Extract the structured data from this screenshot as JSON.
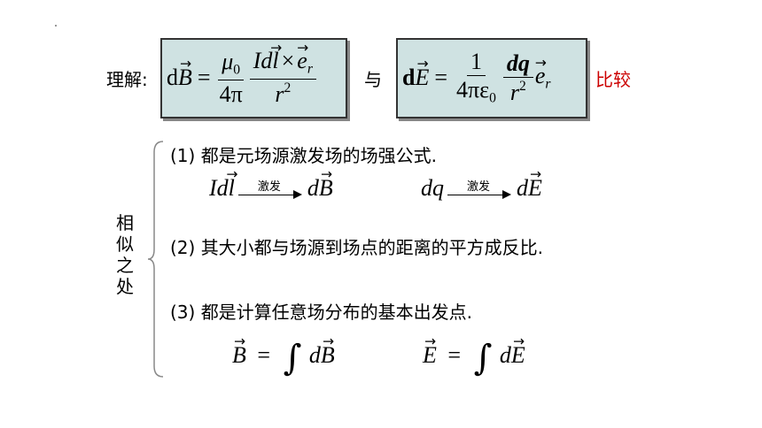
{
  "header": {
    "understand_label": "理解:",
    "connector": "与",
    "compare_label": "比较",
    "compare_color": "#cc0000",
    "box_color": "#cfe2e2"
  },
  "formula_b": {
    "lhs": "dB",
    "mu": "μ",
    "mu_sub": "0",
    "den_left": "4π",
    "num_right_a": "Id",
    "num_right_l": "l",
    "times": "×",
    "num_right_e": "e",
    "num_right_e_sub": "r",
    "den_right": "r",
    "den_right_sup": "2"
  },
  "formula_e": {
    "lhs_d": "d",
    "lhs_e": "E",
    "one": "1",
    "den_left_a": "4πε",
    "den_left_sub": "0",
    "num_right": "dq",
    "den_right": "r",
    "den_right_sup": "2",
    "e": "e",
    "e_sub": "r"
  },
  "similarities": {
    "side_label": [
      "相",
      "似",
      "之",
      "处"
    ],
    "item1": "(1)  都是元场源激发场的场强公式.",
    "arrow_label": "激发",
    "source_b": "Idl",
    "target_b": "dB",
    "source_e": "dq",
    "target_e": "dE",
    "item2": "(2)  其大小都与场源到场点的距离的平方成反比.",
    "item3": "(3)  都是计算任意场分布的基本出发点.",
    "integral_b_lhs": "B",
    "integral_b_rhs": "dB",
    "integral_e_lhs": "E",
    "integral_e_rhs": "dE"
  }
}
